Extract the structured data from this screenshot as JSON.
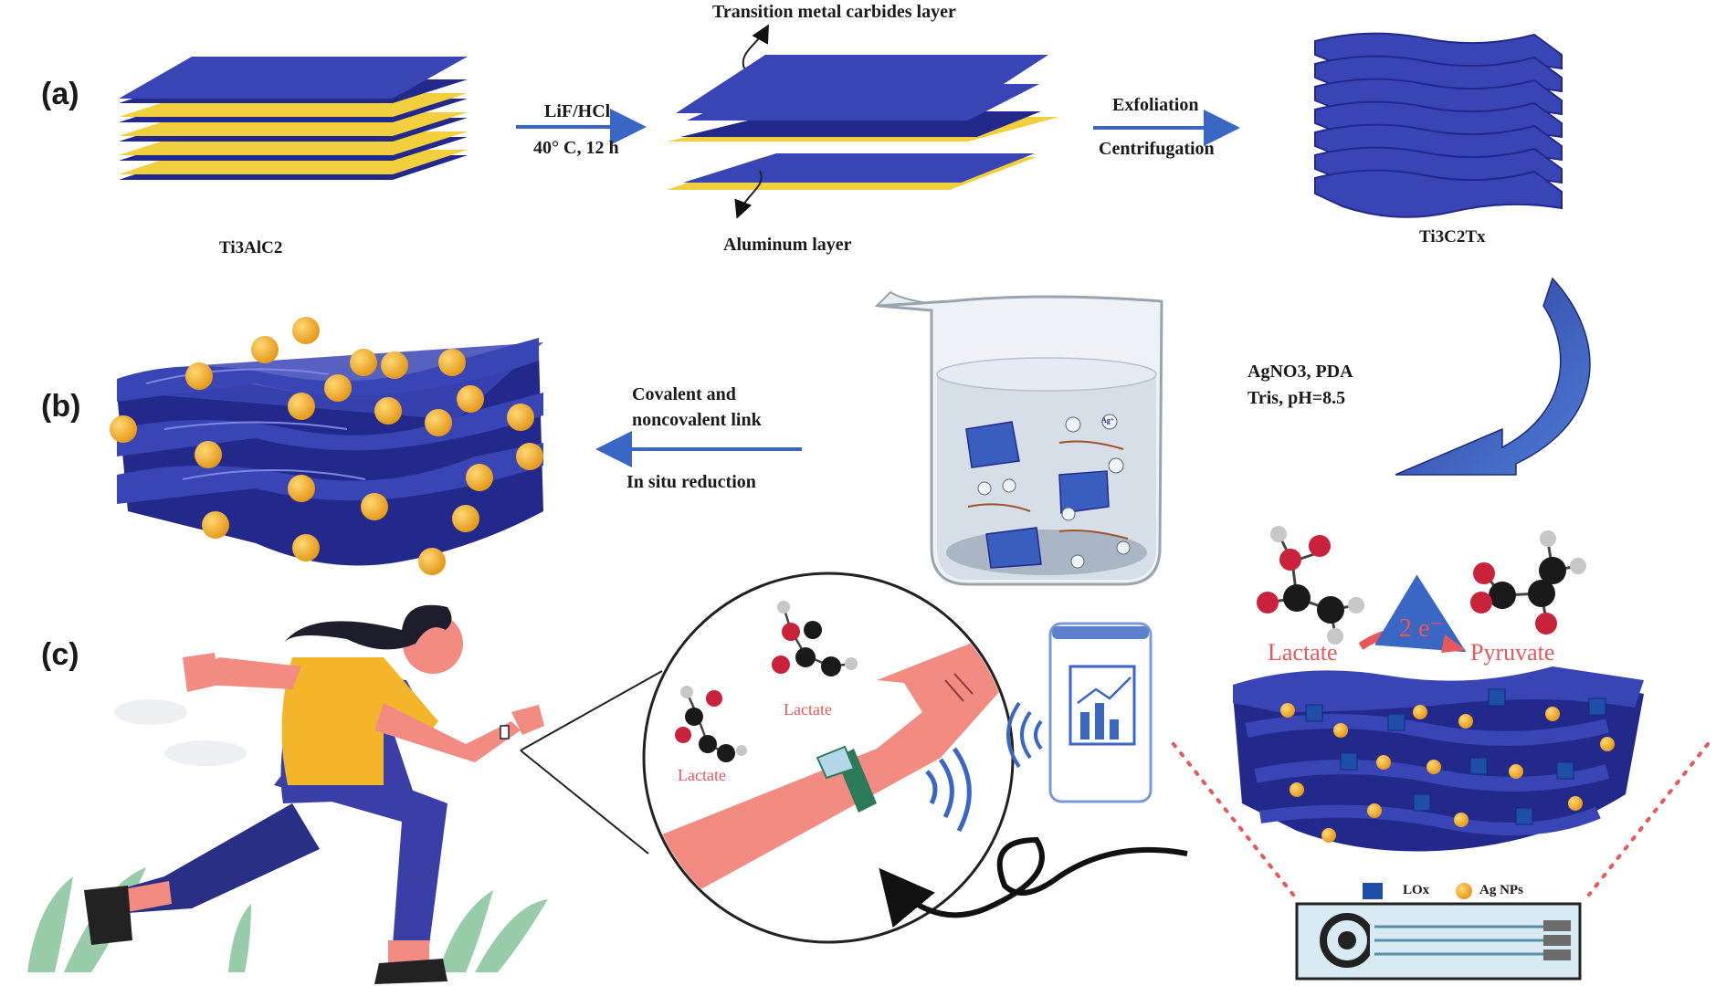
{
  "panels": {
    "a": "(a)",
    "b": "(b)",
    "c": "(c)"
  },
  "labels": {
    "transition_layer": "Transition metal carbides layer",
    "aluminum_layer": "Aluminum layer",
    "ti3alc2": "Ti3AlC2",
    "ti3c2tx": "Ti3C2Tx",
    "lif_hcl": "LiF/HCl",
    "temp_time": "40° C, 12 h",
    "exfoliation": "Exfoliation",
    "centrifugation": "Centrifugation",
    "agno3_pda": "AgNO3, PDA",
    "tris_ph": "Tris, pH=8.5",
    "covalent": "Covalent and",
    "noncovalent": "noncovalent link",
    "in_situ": "In situ reduction",
    "lactate": "Lactate",
    "pyruvate": "Pyruvate",
    "electrons": "2 e⁻",
    "lox": "LOx",
    "agnps": "Ag NPs",
    "ag_plus": "Ag⁺",
    "circle_lactate_1": "Lactate",
    "circle_lactate_2": "Lactate"
  },
  "colors": {
    "mxene_blue": "#3a45b5",
    "mxene_dark": "#22298a",
    "aluminum_yellow": "#f2cf3d",
    "nanoparticle": "#f3b43a",
    "arrow_blue": "#3a66c4",
    "lactate_red": "#e8575a",
    "skin": "#f28b82",
    "shirt": "#f3b62b",
    "pants": "#3a3fa8",
    "band": "#2c7a5a"
  }
}
